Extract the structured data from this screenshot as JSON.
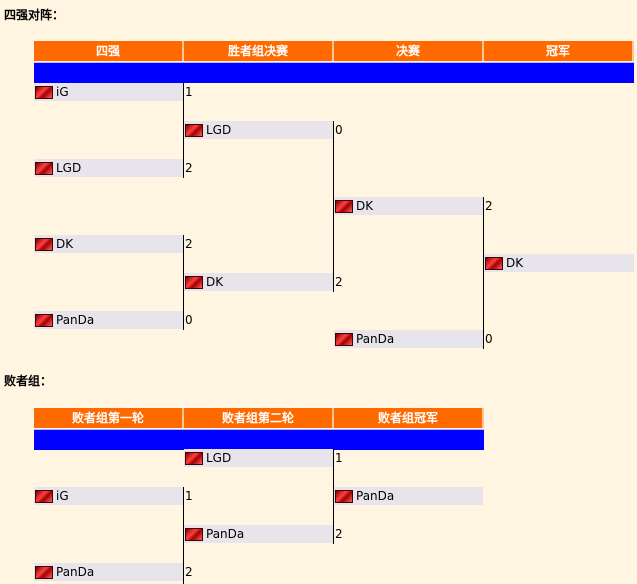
{
  "upper": {
    "title": "四强对阵：",
    "headers": [
      "四强",
      "胜者组决赛",
      "决赛",
      "冠军"
    ],
    "entries": [
      {
        "col": 0,
        "row": 0,
        "team": "iG",
        "score": "1"
      },
      {
        "col": 1,
        "row": 2,
        "team": "LGD",
        "score": "0"
      },
      {
        "col": 0,
        "row": 4,
        "team": "LGD",
        "score": "2"
      },
      {
        "col": 2,
        "row": 6,
        "team": "DK",
        "score": "2"
      },
      {
        "col": 0,
        "row": 8,
        "team": "DK",
        "score": "2"
      },
      {
        "col": 3,
        "row": 9,
        "team": "DK",
        "score": ""
      },
      {
        "col": 1,
        "row": 10,
        "team": "DK",
        "score": "2"
      },
      {
        "col": 0,
        "row": 12,
        "team": "PanDa",
        "score": "0"
      },
      {
        "col": 2,
        "row": 13,
        "team": "PanDa",
        "score": "0"
      }
    ]
  },
  "lower": {
    "title": "败者组：",
    "headers": [
      "败者组第一轮",
      "败者组第二轮",
      "败者组冠军"
    ],
    "entries": [
      {
        "col": 1,
        "row": 0,
        "team": "LGD",
        "score": "1"
      },
      {
        "col": 0,
        "row": 2,
        "team": "iG",
        "score": "1"
      },
      {
        "col": 2,
        "row": 2,
        "team": "PanDa",
        "score": ""
      },
      {
        "col": 1,
        "row": 4,
        "team": "PanDa",
        "score": "2"
      },
      {
        "col": 0,
        "row": 6,
        "team": "PanDa",
        "score": "2"
      }
    ]
  }
}
